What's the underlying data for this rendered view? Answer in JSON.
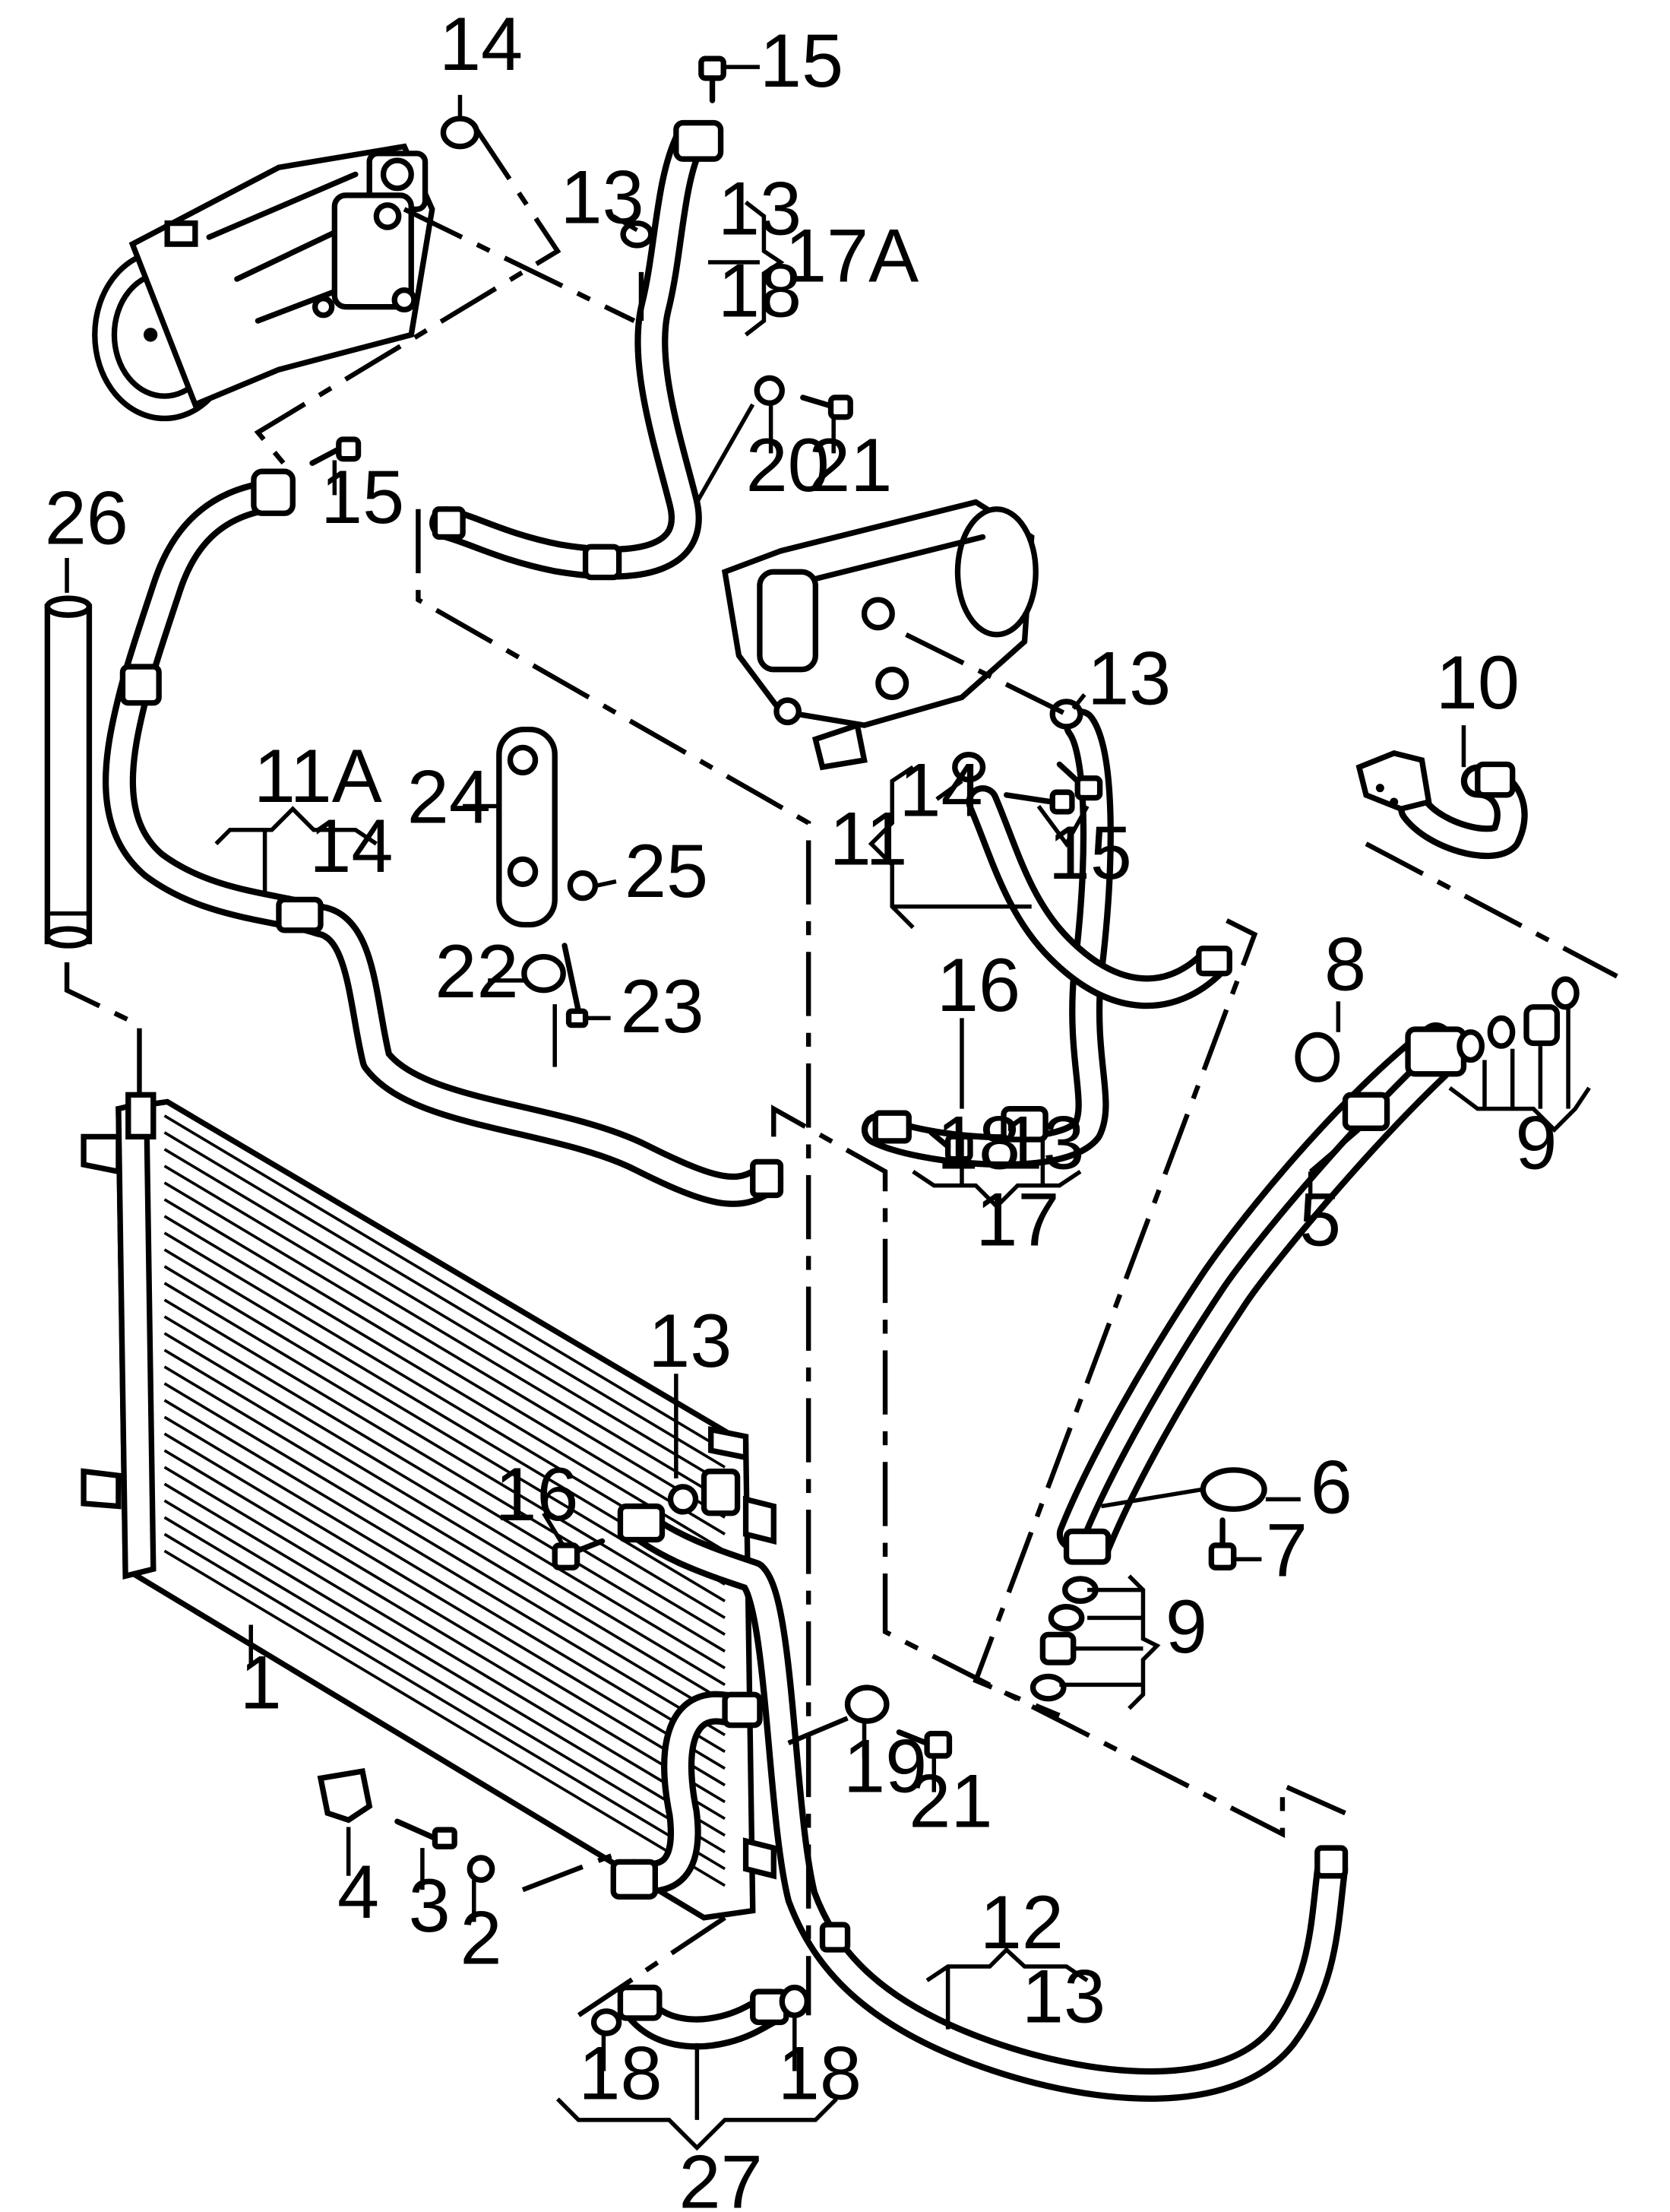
{
  "callouts": {
    "c1": "1",
    "c2": "2",
    "c3": "3",
    "c4": "4",
    "c5": "5",
    "c6": "6",
    "c7": "7",
    "c8": "8",
    "c9a": "9",
    "c9b": "9",
    "c10": "10",
    "c11": "11",
    "c11a": "11A",
    "c12": "12",
    "c13a": "13",
    "c13b": "13",
    "c13c": "13",
    "c13d": "13",
    "c13e": "13",
    "c13f": "13",
    "c14a": "14",
    "c14b": "14",
    "c14c": "14",
    "c15a": "15",
    "c15b": "15",
    "c15c": "15",
    "c16a": "16",
    "c16b": "16",
    "c17": "17",
    "c17a": "17A",
    "c18a": "18",
    "c18b": "18",
    "c18c": "18",
    "c18d": "18",
    "c19": "19",
    "c20": "20",
    "c21a": "21",
    "c21b": "21",
    "c22": "22",
    "c23": "23",
    "c24": "24",
    "c25": "25",
    "c26": "26",
    "c27": "27"
  }
}
